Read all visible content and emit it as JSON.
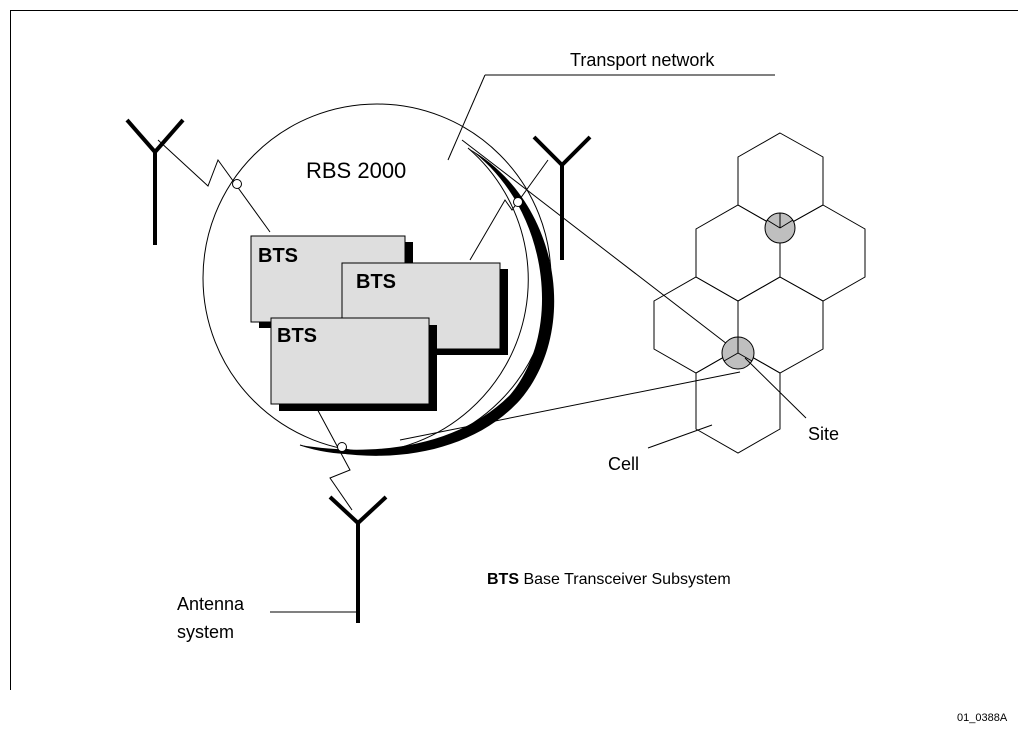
{
  "labels": {
    "transport_network": "Transport network",
    "rbs": "RBS 2000",
    "bts_box": "BTS",
    "site": "Site",
    "cell": "Cell",
    "antenna_line1": "Antenna",
    "antenna_line2": "system",
    "legend_abbr": "BTS",
    "legend_text": " Base Transceiver Subsystem",
    "figure_id": "01_0388A"
  },
  "colors": {
    "box_fill": "#dedede",
    "site_fill": "#bfbfbf",
    "line": "#000000"
  }
}
